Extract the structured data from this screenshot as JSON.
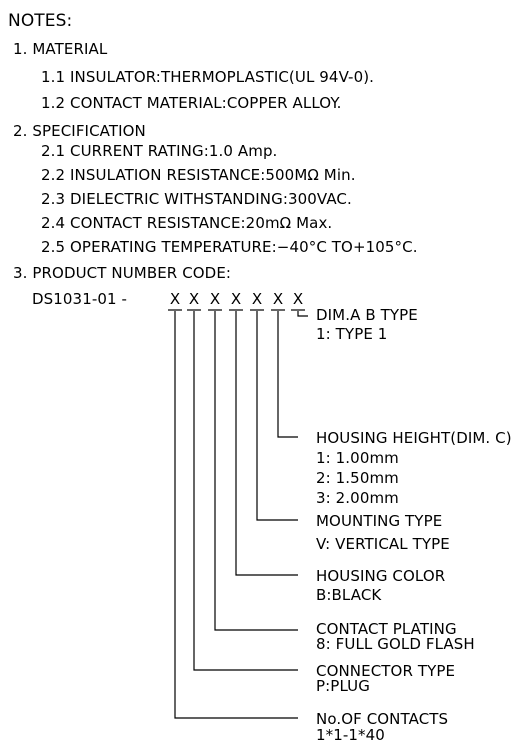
{
  "notes_title": "NOTES:",
  "material": {
    "heading": "1. MATERIAL",
    "items": [
      "1.1 INSULATOR:THERMOPLASTIC(UL 94V-0).",
      "1.2 CONTACT MATERIAL:COPPER ALLOY."
    ]
  },
  "specification": {
    "heading": "2. SPECIFICATION",
    "items": [
      "2.1 CURRENT RATING:1.0 Amp.",
      "2.2 INSULATION RESISTANCE:500MΩ Min.",
      "2.3 DIELECTRIC WITHSTANDING:300VAC.",
      "2.4 CONTACT RESISTANCE:20mΩ Max.",
      "2.5 OPERATING TEMPERATURE:−40°C TO+105°C."
    ]
  },
  "product_code": {
    "heading": "3. PRODUCT NUMBER CODE:",
    "prefix": "DS1031-01 -",
    "positions": [
      "X",
      "X",
      "X",
      "X",
      "X",
      "X",
      "X"
    ],
    "fields": [
      {
        "title": "DIM.A B TYPE",
        "values": [
          "1: TYPE 1"
        ]
      },
      {
        "title": "HOUSING HEIGHT(DIM. C)",
        "values": [
          "1: 1.00mm",
          "2: 1.50mm",
          "3: 2.00mm"
        ]
      },
      {
        "title": "MOUNTING TYPE",
        "values": [
          "V: VERTICAL TYPE"
        ]
      },
      {
        "title": "HOUSING COLOR",
        "values": [
          "B:BLACK"
        ]
      },
      {
        "title": "CONTACT PLATING",
        "values": [
          "8: FULL GOLD FLASH"
        ]
      },
      {
        "title": "CONNECTOR TYPE",
        "values": [
          "P:PLUG"
        ]
      },
      {
        "title": "No.OF CONTACTS",
        "values": [
          "1*1-1*40"
        ]
      }
    ]
  }
}
